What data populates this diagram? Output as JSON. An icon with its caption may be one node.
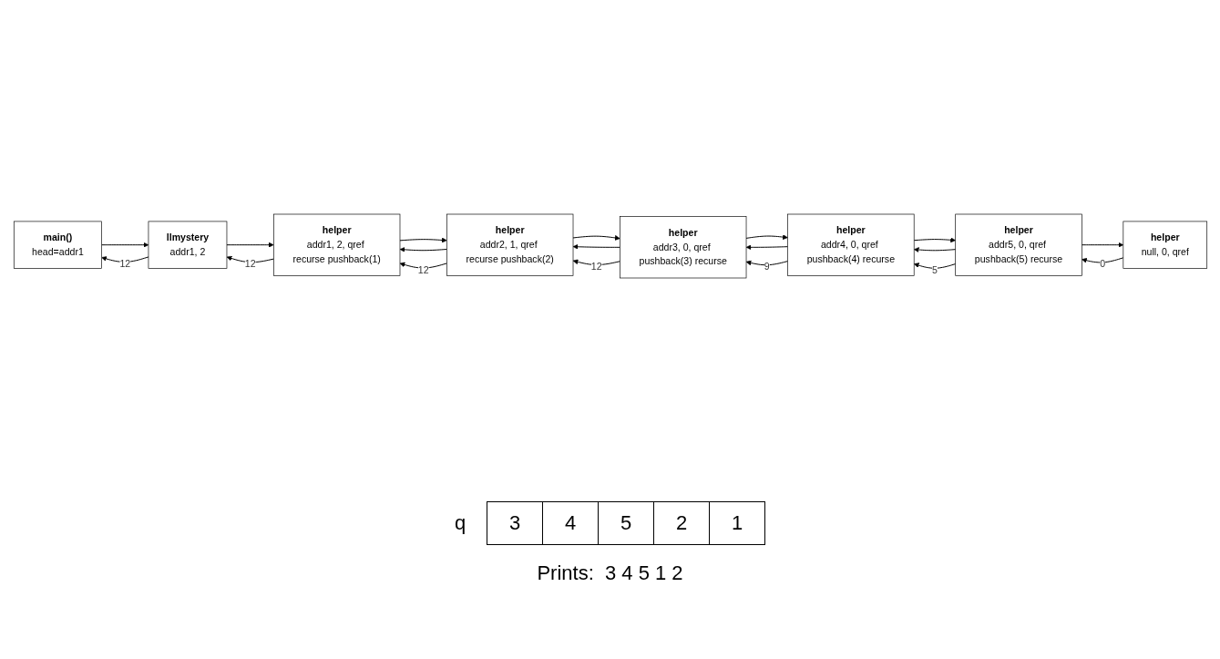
{
  "diagram": {
    "nodes": [
      {
        "text": [
          "main()",
          "head=addr1"
        ]
      },
      {
        "text": [
          "llmystery",
          "addr1, 2"
        ]
      },
      {
        "text": [
          "helper",
          "addr1, 2, qref recurse pushback(1)"
        ]
      },
      {
        "text": [
          "helper",
          "addr2, 1, qref recurse pushback(2)"
        ]
      },
      {
        "text": [
          "helper",
          "addr3, 0, qref pushback(3) recurse"
        ]
      },
      {
        "text": [
          "helper",
          "addr4, 0, qref pushback(4) recurse"
        ]
      },
      {
        "text": [
          "helper",
          "addr5, 0, qref pushback(5) recurse"
        ]
      },
      {
        "text": [
          "helper",
          "null, 0, qref"
        ]
      }
    ],
    "edges": [
      {
        "from": 0,
        "to": 1,
        "arrow": "to"
      },
      {
        "from": 1,
        "to": 0,
        "arrow": "to",
        "label": "12"
      },
      {
        "from": 1,
        "to": 2,
        "arrow": "to"
      },
      {
        "from": 2,
        "to": 1,
        "arrow": "to",
        "label": "12"
      },
      {
        "from": 2,
        "to": 3,
        "arrow": "to"
      },
      {
        "from": 3,
        "to": 2,
        "arrow": "to"
      },
      {
        "from": 3,
        "to": 2,
        "arrow": "to",
        "label": "12"
      },
      {
        "from": 3,
        "to": 4,
        "arrow": "to"
      },
      {
        "from": 4,
        "to": 3,
        "arrow": "to"
      },
      {
        "from": 4,
        "to": 3,
        "arrow": "to",
        "label": "12"
      },
      {
        "from": 4,
        "to": 5,
        "arrow": "to"
      },
      {
        "from": 5,
        "to": 4,
        "arrow": "to"
      },
      {
        "from": 5,
        "to": 4,
        "arrow": "to",
        "label": "9"
      },
      {
        "from": 5,
        "to": 6,
        "arrow": "to"
      },
      {
        "from": 6,
        "to": 5,
        "arrow": "to"
      },
      {
        "from": 6,
        "to": 5,
        "arrow": "to",
        "label": "5"
      },
      {
        "from": 6,
        "to": 7,
        "arrow": "to"
      },
      {
        "from": 7,
        "to": 6,
        "arrow": "to",
        "label": "0"
      }
    ],
    "labels": [
      "q",
      "3",
      "4",
      "5",
      "2",
      "1",
      "Prints:  3 4 5 1 2"
    ]
  }
}
